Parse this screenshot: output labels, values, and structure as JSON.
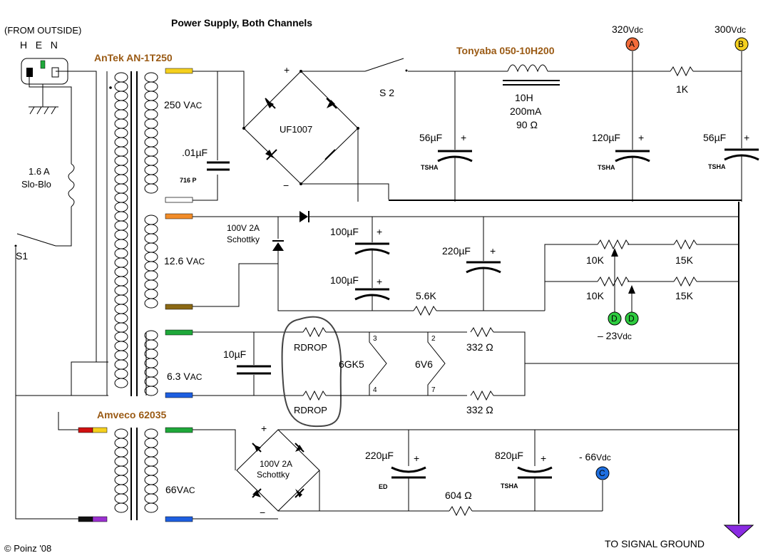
{
  "title": "Power Supply, Both Channels",
  "input": {
    "from_outside": "(FROM OUTSIDE)",
    "pins": "H   E   N",
    "fuse_current": "1.6 A",
    "fuse_type": "Slo-Blo",
    "switch_main": "S1"
  },
  "transformers": {
    "main": "AnTek AN-1T250",
    "aux": "Amveco 62035"
  },
  "windings": {
    "hv": "250 VAC",
    "hv_disp": "250 V",
    "hv_sub": "AC",
    "bias": "12.6 V",
    "bias_sub": "AC",
    "heater": "6.3 V",
    "heater_sub": "AC",
    "aux": "66V",
    "aux_sub": "AC"
  },
  "hv_section": {
    "cap_small": ".01µF",
    "cap_small_part": "716 P",
    "rectifier": "UF1007",
    "plus": "+",
    "minus": "−",
    "switch": "S 2",
    "choke_name": "Tonyaba 050-10H200",
    "choke_l": "10H",
    "choke_i": "200mA",
    "choke_r": "90 Ω",
    "cap1": "56µF",
    "cap1_part": "TSHA",
    "cap2": "120µF",
    "cap2_part": "TSHA",
    "cap3": "56µF",
    "cap3_part": "TSHA",
    "res": "1K",
    "node_a_v": "320",
    "node_a_unit": "Vdc",
    "node_b_v": "300",
    "node_b_unit": "Vdc",
    "node_a": "A",
    "node_b": "B"
  },
  "bias_section": {
    "diode": "100V 2A",
    "diode_type": "Schottky",
    "cap1": "100µF",
    "cap2": "100µF",
    "cap3": "220µF",
    "res": "5.6K",
    "pot1": "10K",
    "pot2": "10K",
    "r1": "15K",
    "r2": "15K",
    "node_d": "D",
    "voltage": "– 23",
    "voltage_unit": "Vdc"
  },
  "heater_section": {
    "cap": "10µF",
    "rdrop1": "RDROP",
    "rdrop2": "RDROP",
    "tube1": "6GK5",
    "tube2": "6V6",
    "pin3": "3",
    "pin4": "4",
    "pin2": "2",
    "pin7": "7",
    "r1": "332 Ω",
    "r2": "332 Ω"
  },
  "aux_section": {
    "bridge": "100V 2A",
    "bridge_type": "Schottky",
    "plus": "+",
    "minus": "−",
    "cap1": "220µF",
    "cap1_part": "ED",
    "cap2": "820µF",
    "cap2_part": "TSHA",
    "res": "604 Ω",
    "voltage": "- 66",
    "voltage_unit": "Vdc",
    "node_c": "C"
  },
  "ground_label": "TO SIGNAL GROUND",
  "copyright": "© Poinz '08",
  "colors": {
    "node_a": "#f26b3a",
    "node_b": "#f5d01e",
    "node_c": "#1f6fe0",
    "node_d": "#2ecc40",
    "ground": "#8a2be2",
    "wire_yellow": "#f5d01e",
    "wire_orange": "#f28c28",
    "wire_brown": "#8b6914",
    "wire_green": "#1fa83a",
    "wire_blue": "#1e5fe0",
    "label_brown": "#9a5a14"
  }
}
